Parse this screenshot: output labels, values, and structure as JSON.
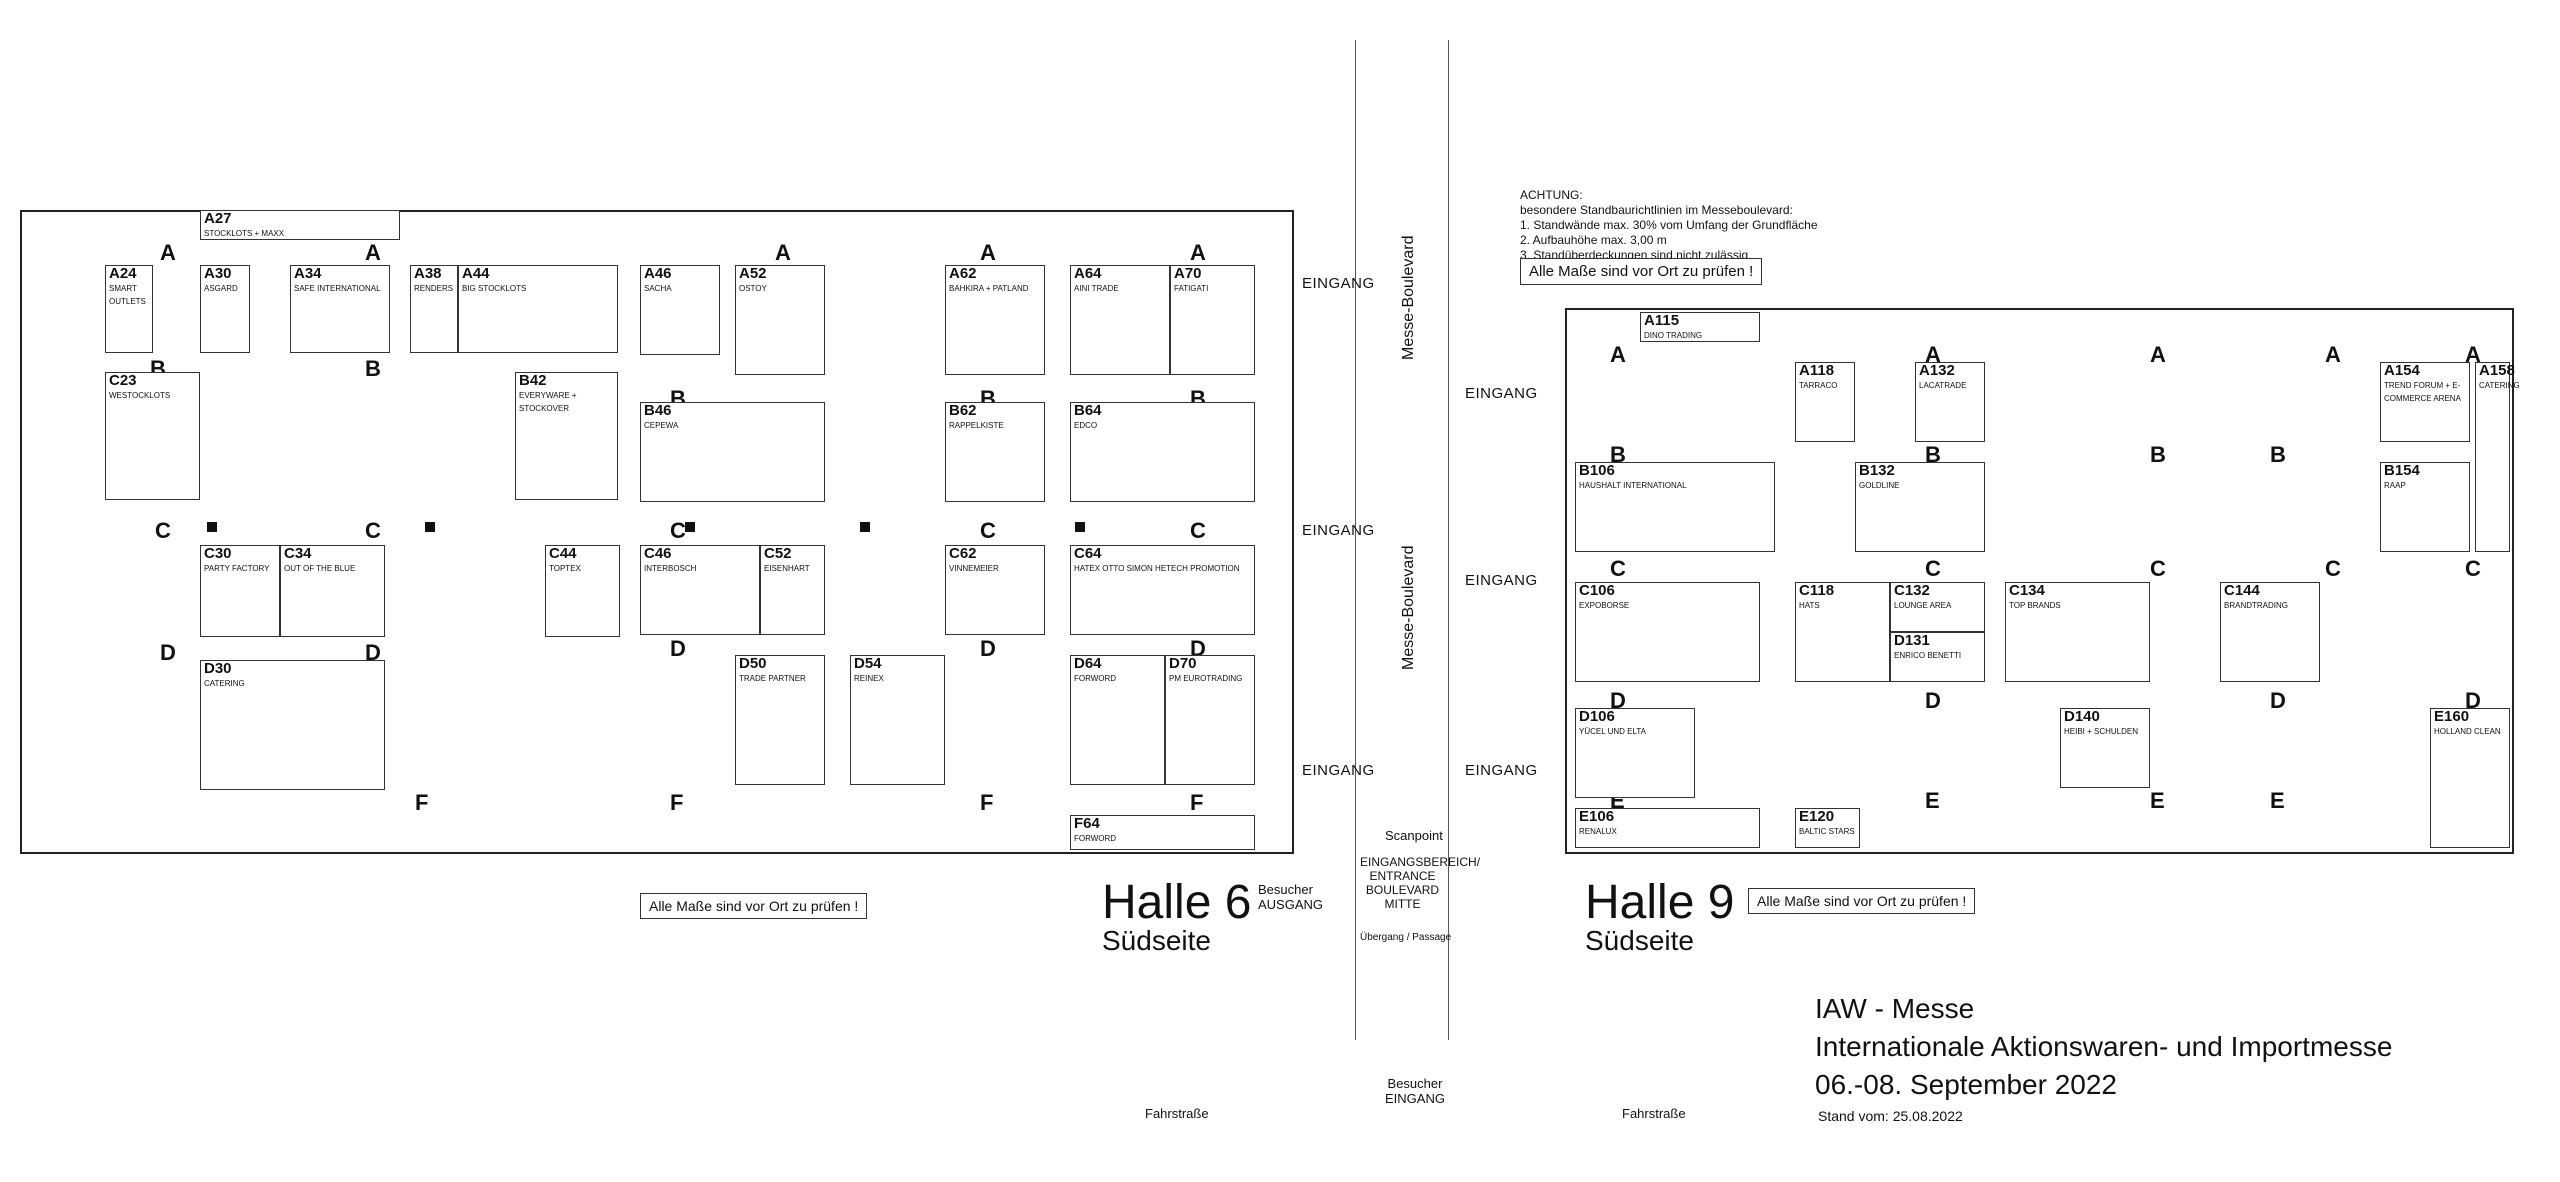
{
  "halls": {
    "hall6": {
      "name": "Halle 6",
      "side": "Südseite"
    },
    "hall9": {
      "name": "Halle 9",
      "side": "Südseite"
    }
  },
  "notice": {
    "title": "ACHTUNG:",
    "line0": "besondere Standbaurichtlinien im Messeboulevard:",
    "line1": "1. Standwände max. 30% vom Umfang der Grundfläche",
    "line2": "2. Aufbauhöhe max. 3,00 m",
    "line3": "3. Standüberdeckungen sind nicht zulässig",
    "check": "Alle Maße sind vor Ort zu prüfen !"
  },
  "check_hall6": "Alle Maße sind vor Ort zu prüfen !",
  "check_hall9": "Alle Maße sind vor Ort zu prüfen !",
  "boulevard": {
    "name": "Messe-Boulevard",
    "entrance_center": "EINGANGSBEREICH/ ENTRANCE BOULEVARD MITTE",
    "passage": "Übergang / Passage",
    "scanpoint": "Scanpoint",
    "exit": "Besucher AUSGANG",
    "visitor_entrance": "Besucher EINGANG",
    "eingang": "EINGANG"
  },
  "street": "Fahrstraße",
  "event": {
    "name": "IAW - Messe",
    "full": "Internationale Aktionswaren- und Importmesse",
    "dates": "06.-08. September 2022",
    "status": "Stand vom: 25.08.2022"
  },
  "columns": {
    "A": "A",
    "B": "B",
    "C": "C",
    "D": "D",
    "E": "E",
    "F": "F"
  },
  "stands6": [
    {
      "code": "A27",
      "ex": "STOCKLOTS + MAXX"
    },
    {
      "code": "A24",
      "ex": "SMART OUTLETS"
    },
    {
      "code": "A30",
      "ex": "ASGARD"
    },
    {
      "code": "A34",
      "ex": "SAFE INTERNATIONAL"
    },
    {
      "code": "A38",
      "ex": "RENDERS"
    },
    {
      "code": "A44",
      "ex": "BIG STOCKLOTS"
    },
    {
      "code": "B42",
      "ex": "EVERYWARE + STOCKOVER"
    },
    {
      "code": "C23",
      "ex": "WESTOCKLOTS"
    },
    {
      "code": "C30",
      "ex": "PARTY FACTORY"
    },
    {
      "code": "C34",
      "ex": "OUT OF THE BLUE"
    },
    {
      "code": "C44",
      "ex": "TOPTEX"
    },
    {
      "code": "D30",
      "ex": "CATERING"
    },
    {
      "code": "A46",
      "ex": "SACHA"
    },
    {
      "code": "A52",
      "ex": "OSTOY"
    },
    {
      "code": "A62",
      "ex": "BAHKIRA + PATLAND"
    },
    {
      "code": "B46",
      "ex": "CEPEWA"
    },
    {
      "code": "B62",
      "ex": "RAPPELKISTE"
    },
    {
      "code": "C46",
      "ex": "INTERBOSCH"
    },
    {
      "code": "C52",
      "ex": "EISENHART"
    },
    {
      "code": "C62",
      "ex": "VINNEMEIER"
    },
    {
      "code": "D50",
      "ex": "TRADE PARTNER"
    },
    {
      "code": "D54",
      "ex": "REINEX"
    },
    {
      "code": "A64",
      "ex": "AINI TRADE"
    },
    {
      "code": "A70",
      "ex": "FATIGATI"
    },
    {
      "code": "B64",
      "ex": "EDCO"
    },
    {
      "code": "C64",
      "ex": "HATEX OTTO SIMON HETECH PROMOTION"
    },
    {
      "code": "D64",
      "ex": "FORWORD"
    },
    {
      "code": "D70",
      "ex": "PM EUROTRADING"
    },
    {
      "code": "F64",
      "ex": "FORWORD"
    }
  ],
  "stands9": [
    {
      "code": "A115",
      "ex": "DINO TRADING"
    },
    {
      "code": "A118",
      "ex": "TARRACO"
    },
    {
      "code": "A132",
      "ex": "LACATRADE"
    },
    {
      "code": "A154",
      "ex": "TREND FORUM + E-COMMERCE ARENA"
    },
    {
      "code": "A158",
      "ex": "CATERING"
    },
    {
      "code": "B106",
      "ex": "HAUSHALT INTERNATIONAL"
    },
    {
      "code": "B132",
      "ex": "GOLDLINE"
    },
    {
      "code": "B154",
      "ex": "RAAP"
    },
    {
      "code": "C106",
      "ex": "EXPOBORSE"
    },
    {
      "code": "C118",
      "ex": "HATS"
    },
    {
      "code": "C132",
      "ex": "LOUNGE AREA"
    },
    {
      "code": "C134",
      "ex": "TOP BRANDS"
    },
    {
      "code": "C144",
      "ex": "BRANDTRADING"
    },
    {
      "code": "D106",
      "ex": "YÜCEL UND ELTA"
    },
    {
      "code": "D131",
      "ex": "ENRICO BENETTI"
    },
    {
      "code": "D140",
      "ex": "HEIBI + SCHULDEN"
    },
    {
      "code": "E106",
      "ex": "RENALUX"
    },
    {
      "code": "E120",
      "ex": "BALTIC STARS"
    },
    {
      "code": "E160",
      "ex": "HOLLAND CLEAN"
    }
  ]
}
